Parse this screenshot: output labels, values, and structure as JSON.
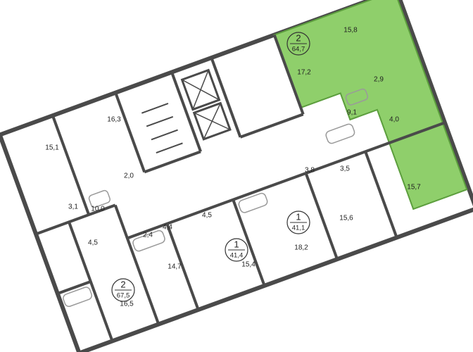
{
  "colors": {
    "wall": "#4a4a4a",
    "highlight_fill": "#8fcf6b",
    "highlight_stroke": "#5c9e3d",
    "fixture": "#9a9a9a",
    "background": "#ffffff"
  },
  "apartments": [
    {
      "rooms": "2",
      "area": "64,7"
    },
    {
      "rooms": "1",
      "area": "41,1"
    },
    {
      "rooms": "1",
      "area": "41,4"
    },
    {
      "rooms": "2",
      "area": "67,5"
    }
  ],
  "rooms": [
    "15,8",
    "17,2",
    "2,9",
    "9,1",
    "4,0",
    "15,7",
    "3,8",
    "3,5",
    "15,6",
    "18,2",
    "15,4",
    "4,5",
    "4,4",
    "2,4",
    "14,7",
    "16,5",
    "4,5",
    "3,1",
    "10,0",
    "2,0",
    "15,1",
    "16,3"
  ]
}
